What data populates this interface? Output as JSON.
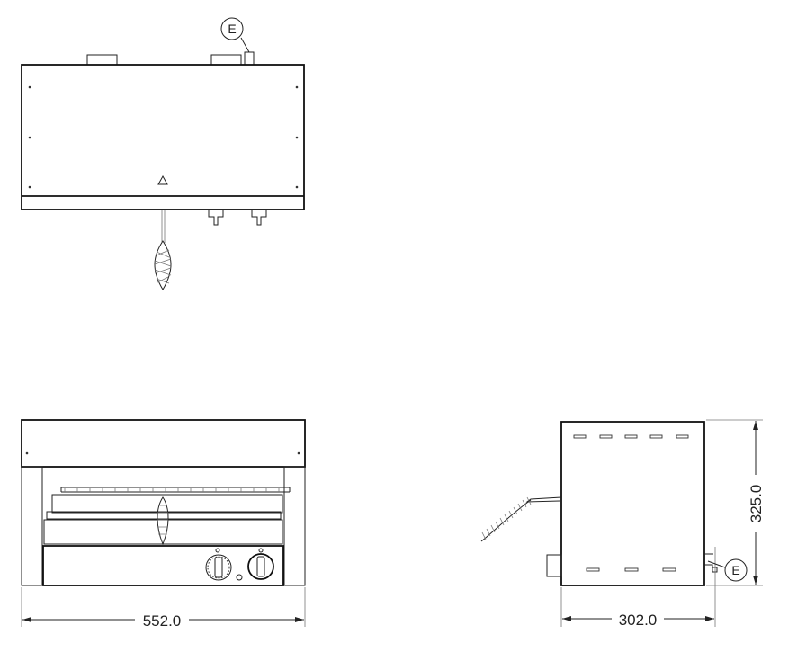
{
  "views": {
    "top": {
      "callout": "E"
    },
    "front": {
      "width_dimension": "552.0"
    },
    "side": {
      "depth_dimension": "302.0",
      "height_dimension": "325.0",
      "callout": "E"
    }
  }
}
